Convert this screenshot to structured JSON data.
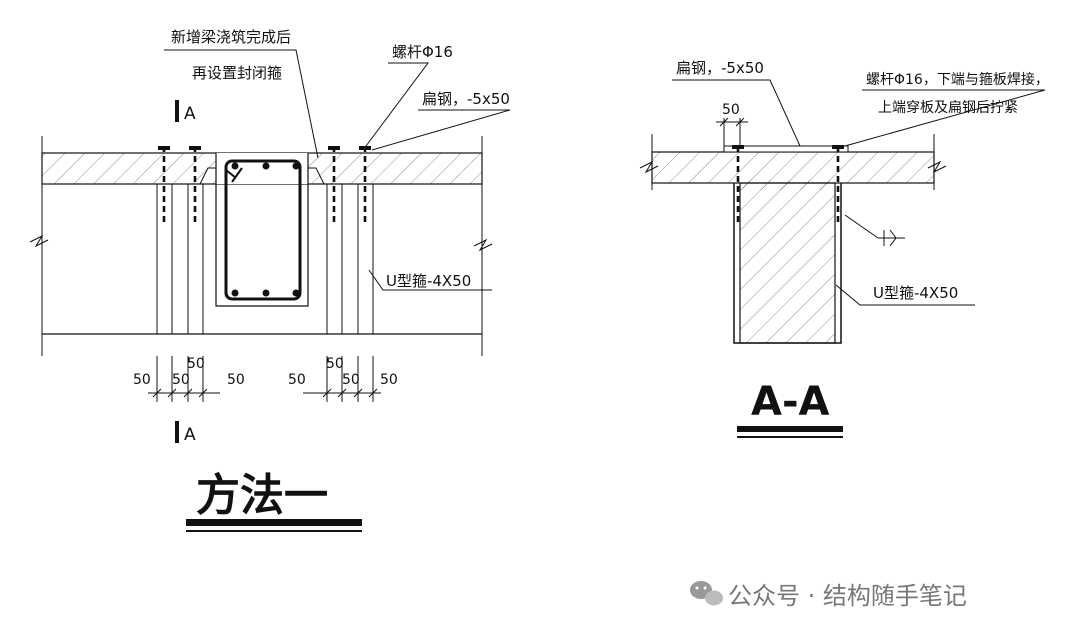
{
  "left": {
    "note_line1": "新增梁浇筑完成后",
    "note_line2": "再设置封闭箍",
    "bolt_label": "螺杆Φ16",
    "flat_steel_label": "扁钢，-5x50",
    "u_stirrup_label": "U型箍-4X50",
    "section_mark": "A",
    "dims": [
      "50",
      "50",
      "50",
      "50",
      "50",
      "50",
      "50",
      "50"
    ],
    "title": "方法一"
  },
  "right": {
    "flat_steel_label": "扁钢，-5x50",
    "bolt_label_line1": "螺杆Φ16，下端与箍板焊接，",
    "bolt_label_line2": "上端穿板及扁钢后拧紧",
    "dim_top": "50",
    "u_stirrup_label": "U型箍-4X50",
    "title": "A-A"
  },
  "watermark": {
    "text": "公众号 · 结构随手笔记",
    "icon": "wechat-icon"
  }
}
